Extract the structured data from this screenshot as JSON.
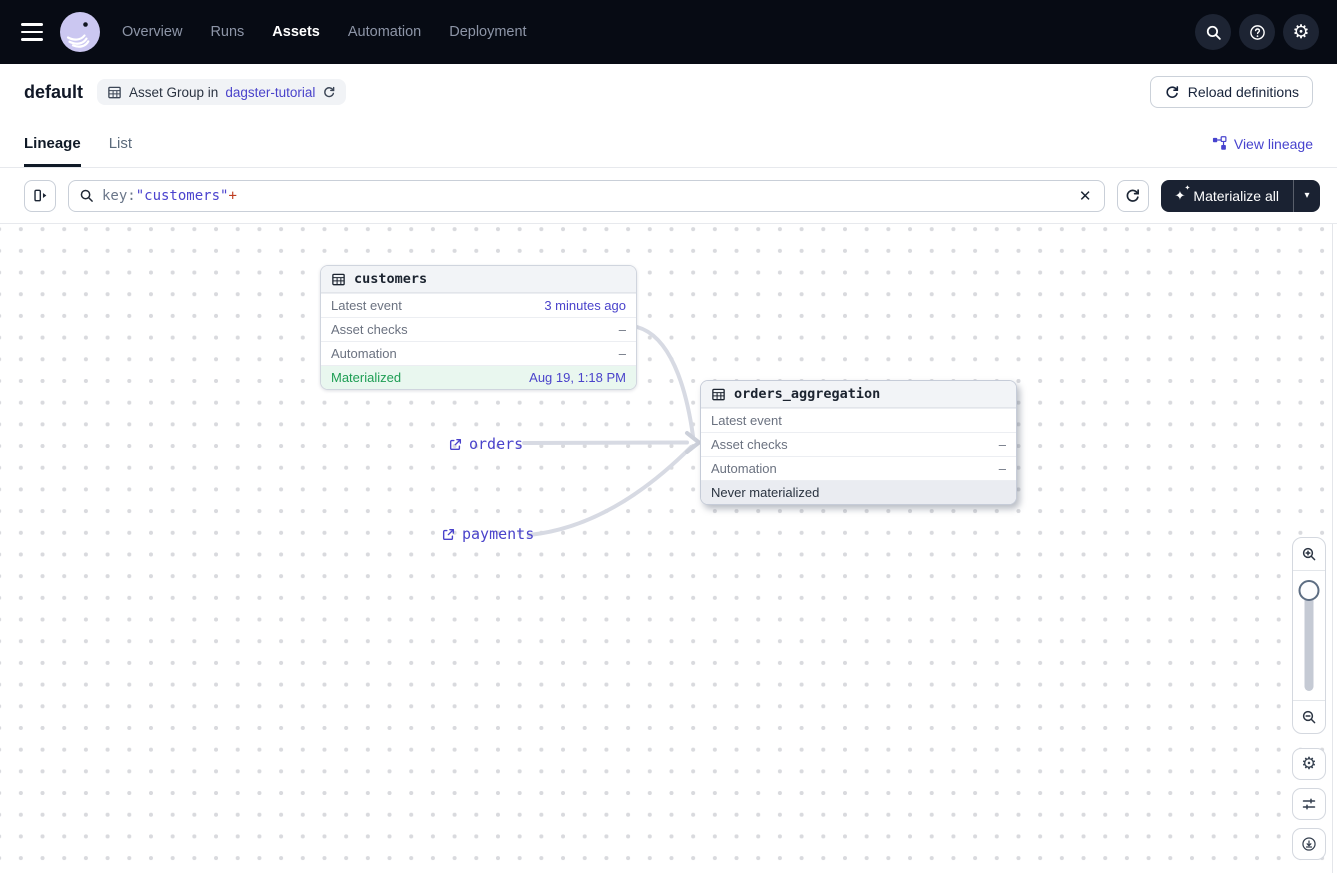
{
  "nav": {
    "items": [
      {
        "label": "Overview"
      },
      {
        "label": "Runs"
      },
      {
        "label": "Assets"
      },
      {
        "label": "Automation"
      },
      {
        "label": "Deployment"
      }
    ]
  },
  "header": {
    "title": "default",
    "badge_prefix": "Asset Group in",
    "badge_link": "dagster-tutorial",
    "reload_label": "Reload definitions"
  },
  "tabs": {
    "items": [
      {
        "label": "Lineage"
      },
      {
        "label": "List"
      }
    ],
    "view_lineage_label": "View lineage"
  },
  "toolbar": {
    "search_prefix": "key:",
    "search_value": "\"customers\"",
    "search_suffix": "+",
    "materialize_label": "Materialize all"
  },
  "icons": {
    "gear": "⚙",
    "caret_down": "▾",
    "close": "✕",
    "sparkle": "✦",
    "sparkle_small": "✦"
  },
  "canvas": {
    "nodes": [
      {
        "title": "customers",
        "rows": [
          {
            "label": "Latest event",
            "value": "3 minutes ago"
          },
          {
            "label": "Asset checks",
            "value": "–"
          },
          {
            "label": "Automation",
            "value": "–"
          }
        ],
        "status": {
          "label": "Materialized",
          "value": "Aug 19, 1:18 PM"
        }
      },
      {
        "title": "orders_aggregation",
        "rows": [
          {
            "label": "Latest event",
            "value": ""
          },
          {
            "label": "Asset checks",
            "value": "–"
          },
          {
            "label": "Automation",
            "value": "–"
          }
        ],
        "status": {
          "label": "Never materialized",
          "value": ""
        }
      }
    ],
    "external_assets": [
      {
        "label": "orders"
      },
      {
        "label": "payments"
      }
    ]
  },
  "colors": {
    "accent": "#4A43CB",
    "materialized_green": "#1E9E54",
    "nav_bg": "#070B14",
    "edge": "#D7DAE3"
  }
}
